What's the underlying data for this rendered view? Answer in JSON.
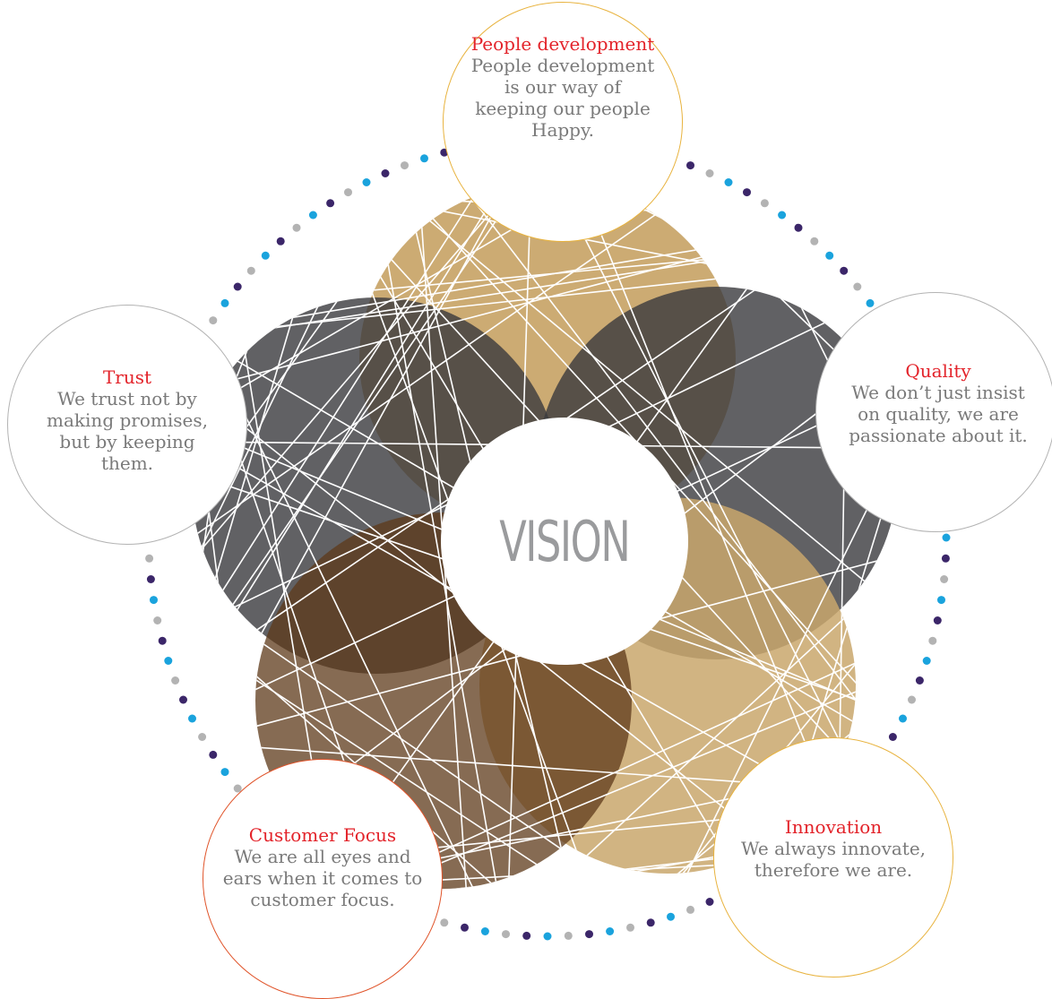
{
  "center": {
    "label": "VISION"
  },
  "nodes": {
    "people": {
      "title": "People development",
      "body": "People development is our way of keeping our people Happy."
    },
    "quality": {
      "title": "Quality",
      "body": "We don’t just insist on quality, we are passionate about it."
    },
    "trust": {
      "title": "Trust",
      "body": "We trust not by making promises, but by keeping them."
    },
    "customer": {
      "title": "Customer Focus",
      "body": "We are all eyes and ears when it comes to customer focus."
    },
    "innovation": {
      "title": "Innovation",
      "body": "We always innovate, therefore we are."
    }
  },
  "colors": {
    "title_red": "#e3232a",
    "body_gray": "#7a7a7a",
    "vision_gray": "#9a9b9d",
    "dot_blue": "#1aa3dd",
    "dot_purple": "#3b2669",
    "dot_gray": "#b3b3b3",
    "petal_tan": "#c9a76c",
    "petal_charcoal": "#4c4c4f",
    "petal_brown": "#6e4a2b",
    "border_gold": "#e8b33f",
    "border_orange": "#e0542a"
  }
}
